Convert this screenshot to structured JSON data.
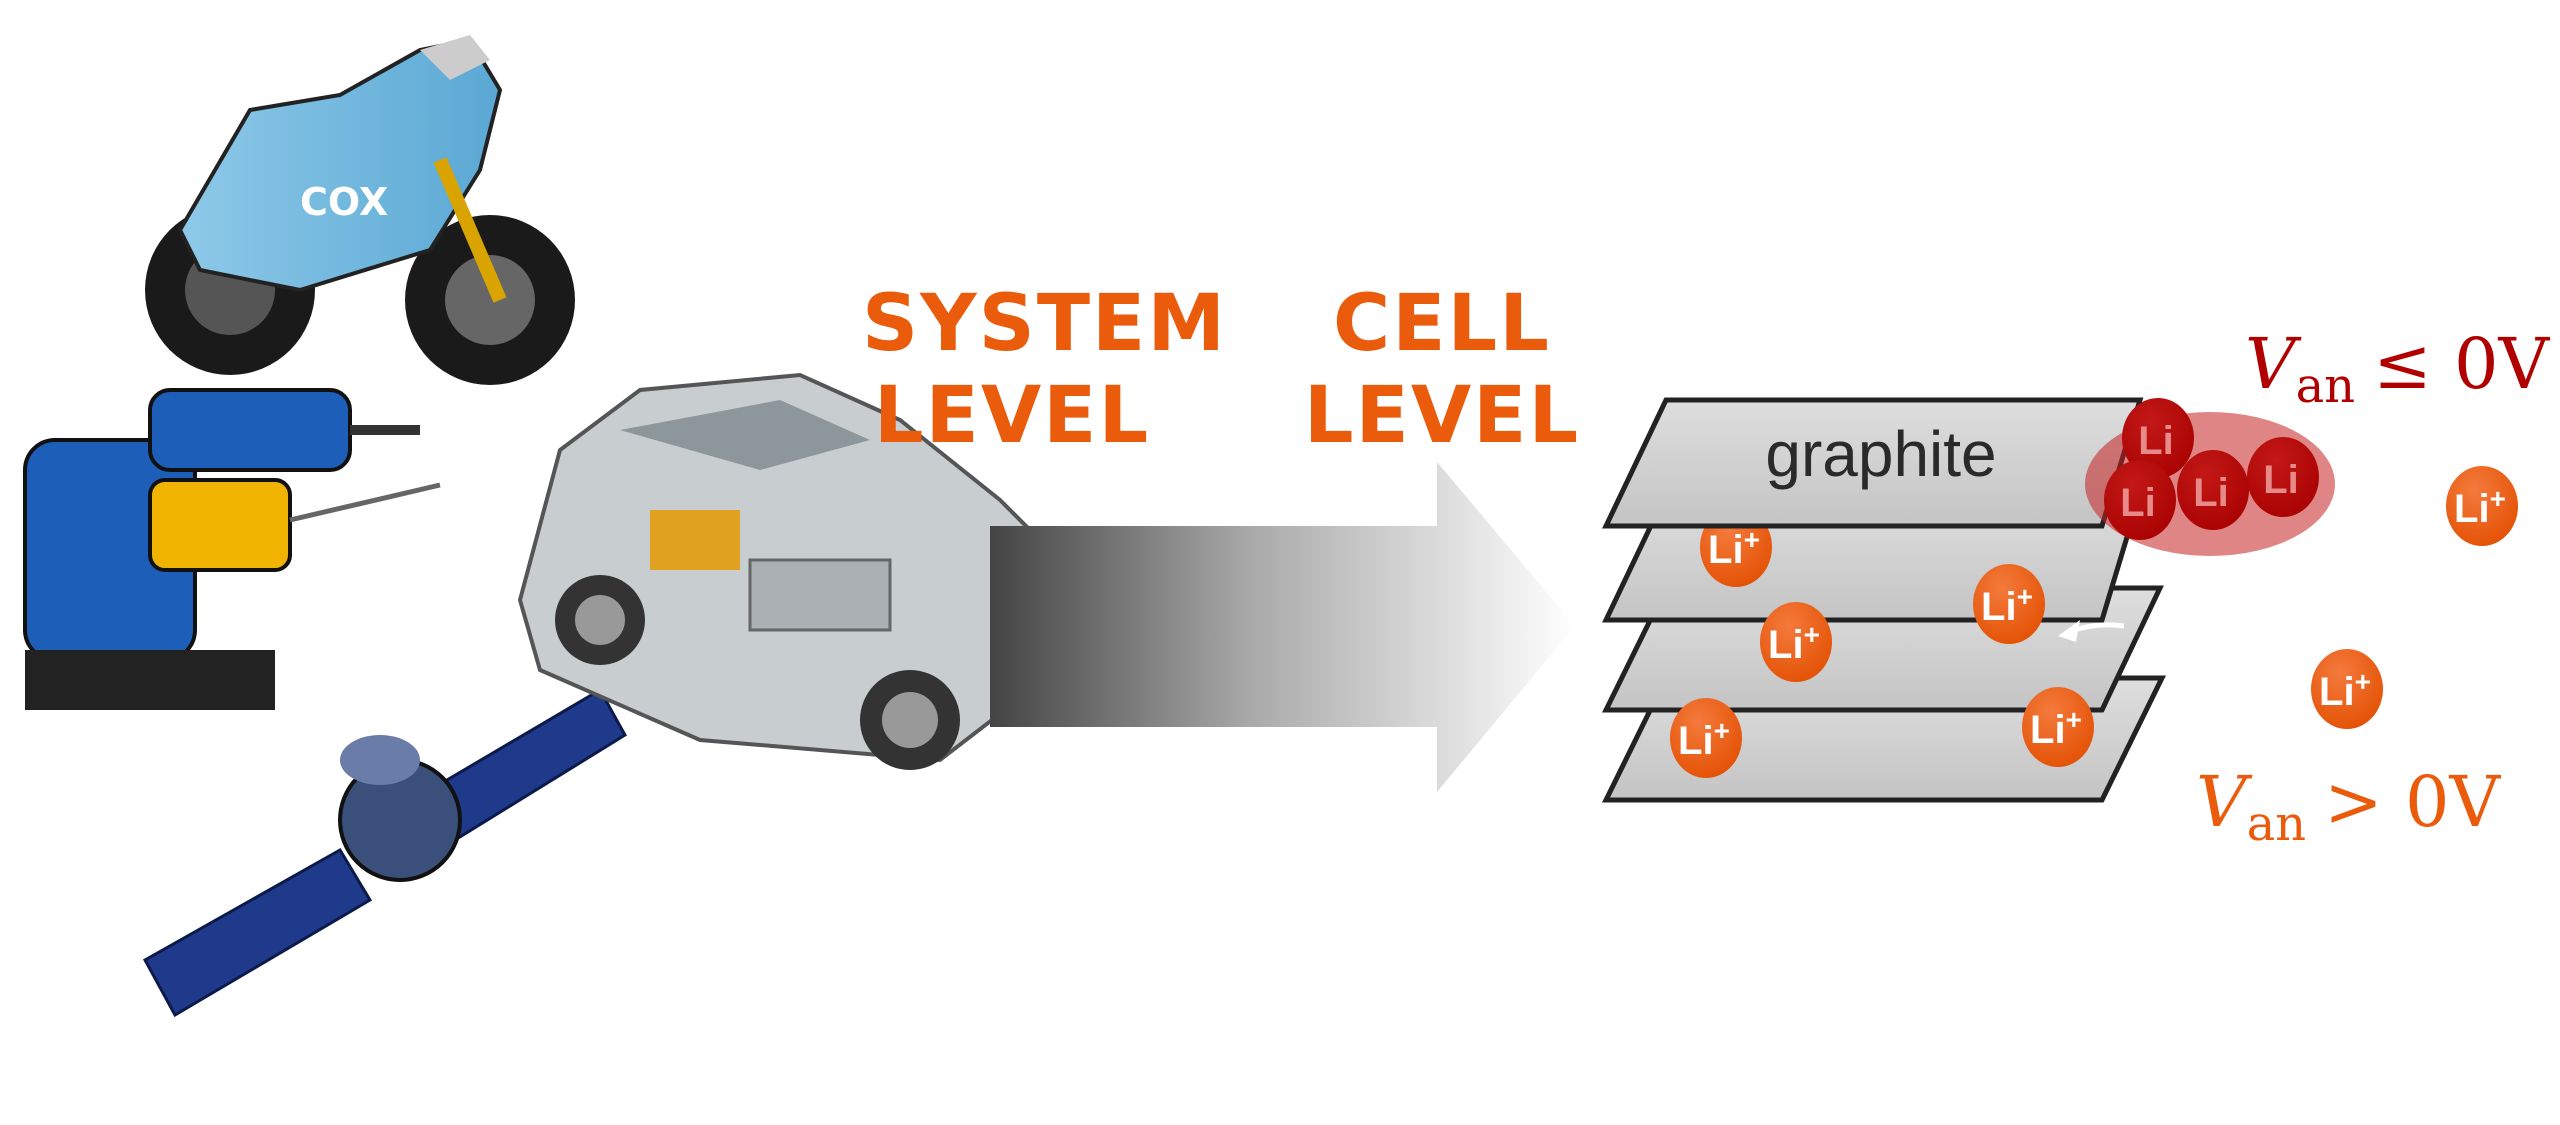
{
  "labels": {
    "system_level": [
      "SYSTEM",
      "LEVEL"
    ],
    "cell_level": [
      "CELL",
      "LEVEL"
    ]
  },
  "applications": [
    "electric-motorcycle",
    "cordless-drill",
    "satellite",
    "electric-car"
  ],
  "graphite": {
    "label": "graphite",
    "ion_label": "Li",
    "ion_sup": "+",
    "plated_label": "Li"
  },
  "conditions": {
    "plating": {
      "var": "V",
      "sub": "an",
      "rel": "≤ 0V"
    },
    "normal": {
      "var": "V",
      "sub": "an",
      "rel": "> 0V"
    }
  },
  "colors": {
    "accent": "#ea5b0c",
    "plating": "#b00000",
    "ion": "#ee5a0e",
    "sheet": "#d3d3d3"
  }
}
